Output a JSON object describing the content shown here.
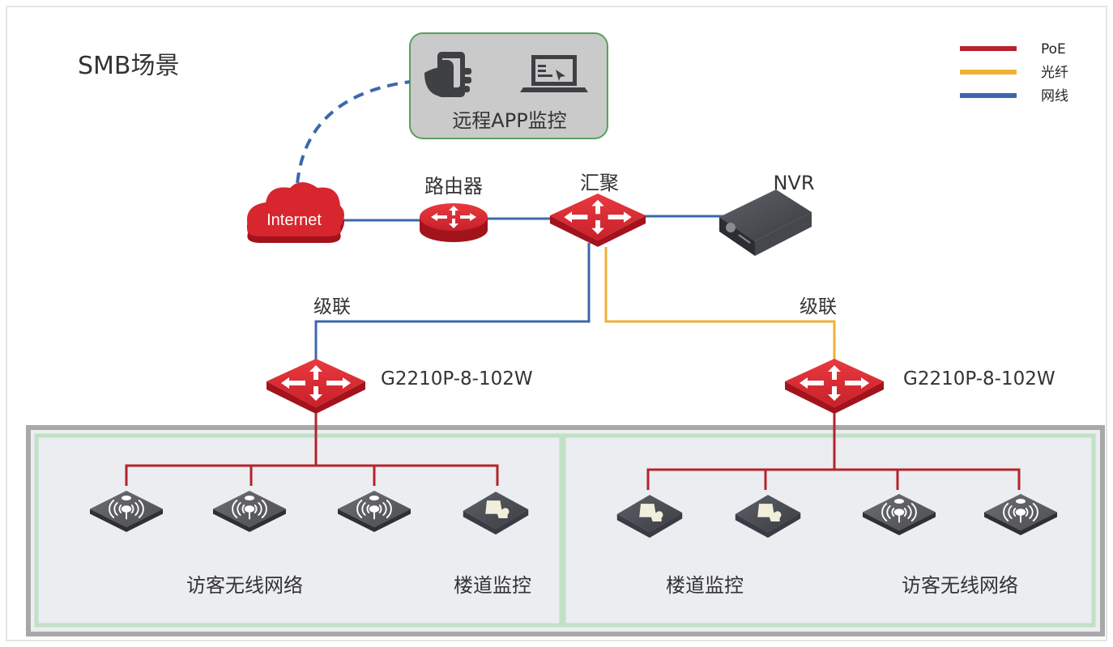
{
  "title": "SMB场景",
  "remote": {
    "label": "远程APP监控",
    "icons": [
      "phone-hand-icon",
      "laptop-icon"
    ]
  },
  "nodes": {
    "internet": "Internet",
    "router": "路由器",
    "core": "汇聚",
    "nvr": "NVR",
    "switch_left": "G2210P-8-102W",
    "switch_right": "G2210P-8-102W"
  },
  "links": {
    "cascade_left": "级联",
    "cascade_right": "级联"
  },
  "legend": [
    {
      "label": "PoE",
      "color": "#b5232c"
    },
    {
      "label": "光纤",
      "color": "#f2b134"
    },
    {
      "label": "网线",
      "color": "#3b68ad"
    }
  ],
  "zones": {
    "left_wifi": "访客无线网络",
    "left_cam": "楼道监控",
    "right_cam": "楼道监控",
    "right_wifi": "访客无线网络"
  },
  "colors": {
    "poe": "#b5232c",
    "fiber": "#f2b134",
    "ethernet": "#3b68ad",
    "device_red": "#d7262e",
    "zone_border": "#a8a8a8",
    "zone_inner": "#c2e0c6",
    "zone_fill": "#ebedf0",
    "remote_fill": "#c9cac9",
    "remote_border": "#5aa05c"
  }
}
